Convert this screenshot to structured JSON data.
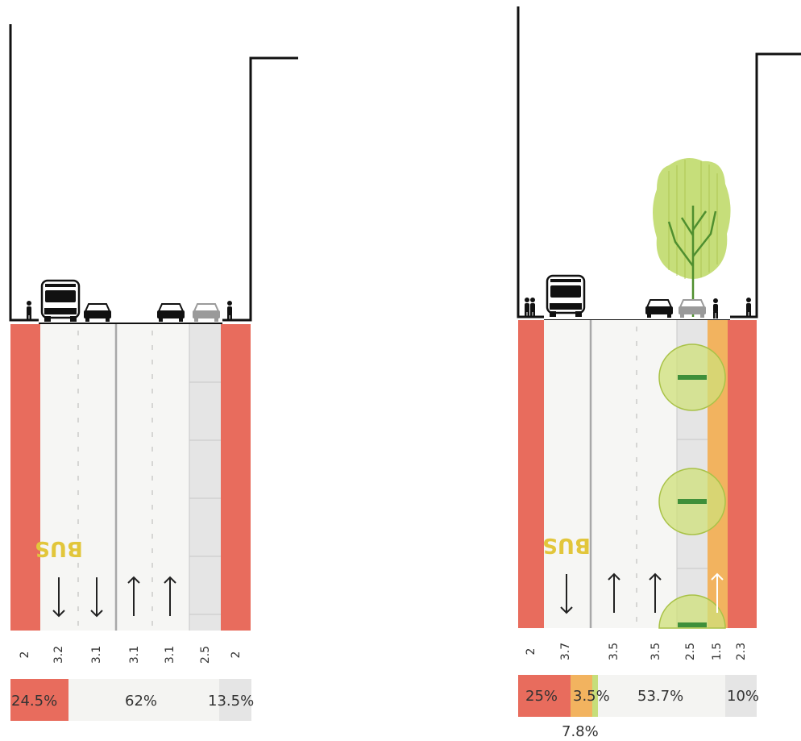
{
  "colors": {
    "sidewalk": "#e86c5d",
    "lane": "#f6f6f4",
    "parking": "#e5e5e5",
    "bike_lane": "#f2b35f",
    "tree_canopy": "#c6de7a",
    "tree_circle": "#cfe07a",
    "bus_marking": "#e2c63b",
    "building_outline": "#111111",
    "share_bg": "#f4f4f2"
  },
  "existing": {
    "lane_widths": [
      "2",
      "3.2",
      "3.1",
      "3.1",
      "3.1",
      "2.5",
      "2"
    ],
    "bus_marking": "BUS",
    "lane_directions": [
      "down",
      "down",
      "up",
      "up"
    ],
    "shares": {
      "sidewalk": "24.5%",
      "vehicle": "62%",
      "parking": "13.5%"
    }
  },
  "proposed": {
    "lane_widths": [
      "2",
      "3.7",
      "3.5",
      "3.5",
      "2.5",
      "1.5",
      "2.3"
    ],
    "bus_marking": "BUS",
    "lane_directions": [
      "down",
      "up",
      "up"
    ],
    "bike_direction": "up",
    "shares": {
      "sidewalk": "25%",
      "bike": "3.5%",
      "vehicle": "53.7%",
      "parking": "10%",
      "green": "7.8%"
    }
  },
  "icons": [
    "bus-icon",
    "car-icon",
    "pedestrian-icon",
    "tree-icon",
    "arrow-up-icon",
    "arrow-down-icon"
  ]
}
